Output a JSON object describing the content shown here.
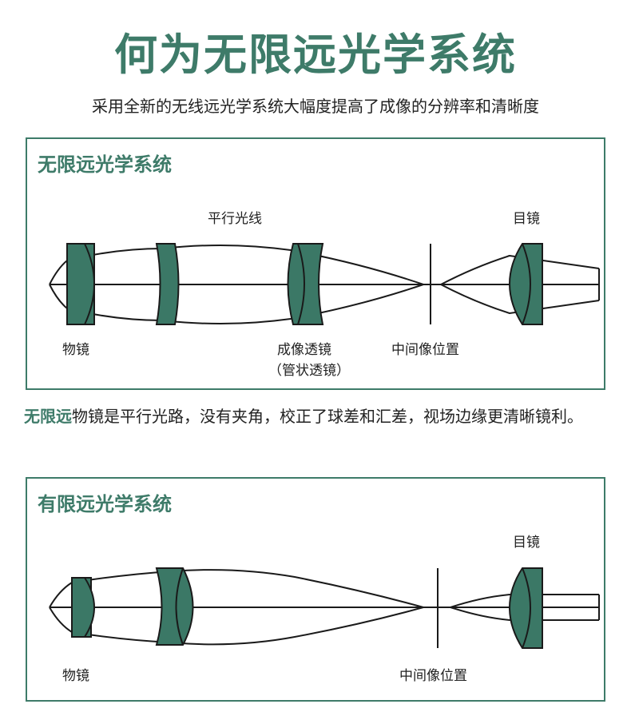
{
  "header": {
    "title": "何为无限远光学系统",
    "subtitle": "采用全新的无线远光学系统大幅度提高了成像的分辨率和清晰度"
  },
  "infinity_panel": {
    "title": "无限远光学系统",
    "labels": {
      "parallel_light": "平行光线",
      "eyepiece": "目镜",
      "objective": "物镜",
      "tube_lens": "成像透镜",
      "tube_lens_note": "（管状透镜）",
      "intermediate_image": "中间像位置"
    }
  },
  "description": {
    "highlight": "无限远",
    "text": "物镜是平行光路，没有夹角，校正了球差和汇差，视场边缘更清晰镜利。"
  },
  "finite_panel": {
    "title": "有限远光学系统",
    "labels": {
      "eyepiece": "目镜",
      "objective": "物镜",
      "intermediate_image": "中间像位置"
    }
  },
  "colors": {
    "accent": "#3e7b69",
    "lens_fill": "#3b7866",
    "line": "#1a1a1a"
  }
}
